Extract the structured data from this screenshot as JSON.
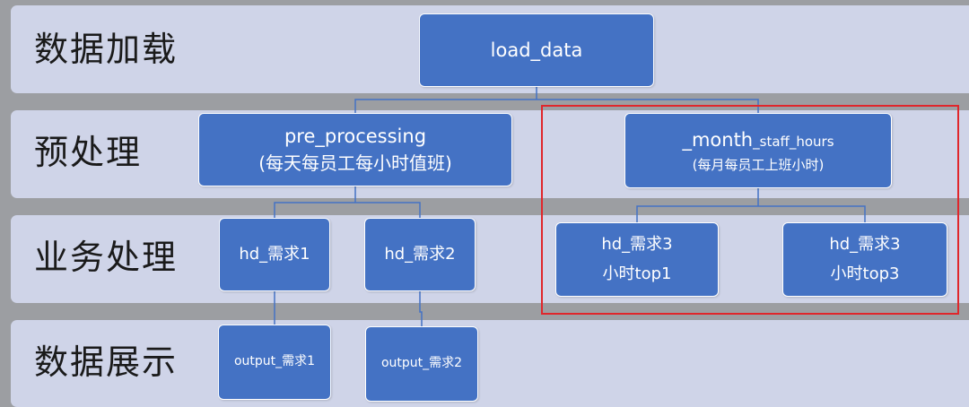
{
  "bands": {
    "load": "数据加载",
    "preprocess": "预处理",
    "business": "业务处理",
    "display": "数据展示"
  },
  "nodes": {
    "load_data": "load_data",
    "pre_processing": {
      "title": "pre_processing",
      "subtitle": "(每天每员工每小时值班)"
    },
    "month_staff_hours": {
      "title_main": "_month",
      "title_small": "_staff_hours",
      "subtitle": "(每月每员工上班小时)"
    },
    "hd1": "hd_需求1",
    "hd2": "hd_需求2",
    "hd3_top1": {
      "line1": "hd_需求3",
      "line2": "小时top1"
    },
    "hd3_top3": {
      "line1": "hd_需求3",
      "line2": "小时top3"
    },
    "output1": "output_需求1",
    "output2": "output_需求2"
  },
  "colors": {
    "node": "#4472c4",
    "band": "#cfd4e8",
    "background": "#9c9ea2",
    "connector": "#4472c4",
    "highlight": "#e0262b"
  }
}
